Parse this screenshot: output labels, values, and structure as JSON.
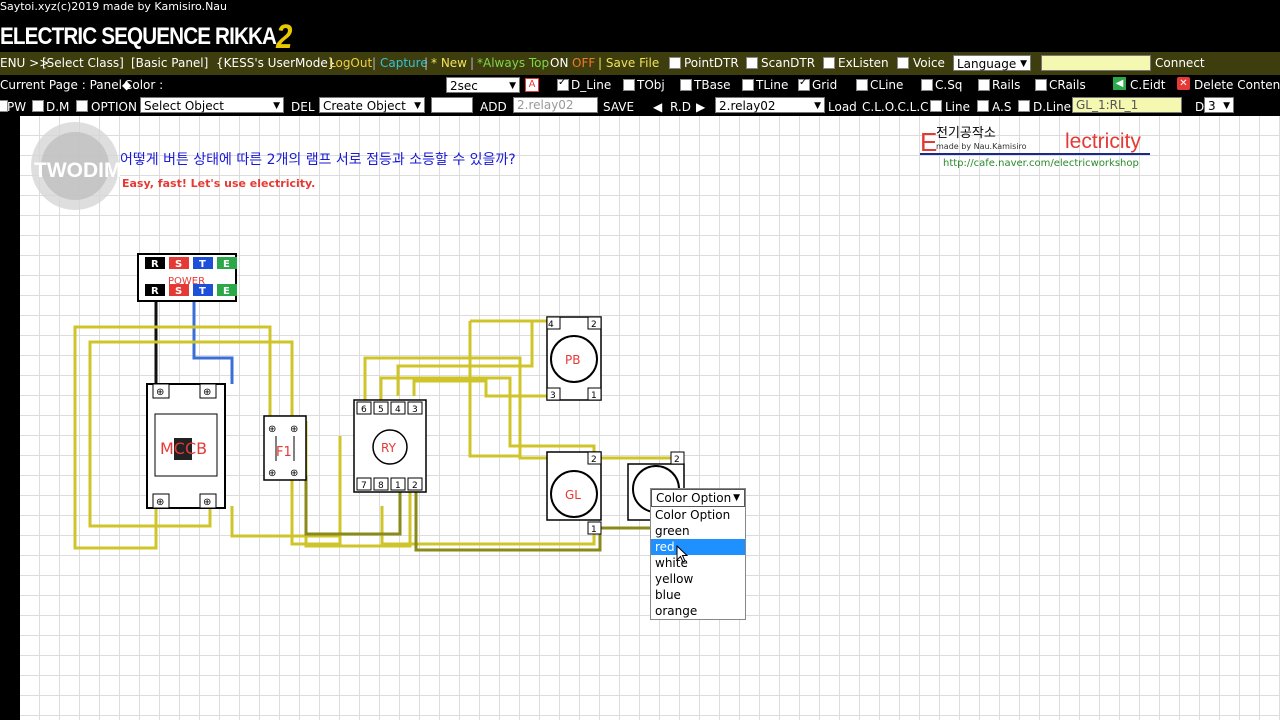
{
  "header": {
    "credit": "Saytoi.xyz(c)2019 made by Kamisiro.Nau",
    "app_name": "ELECTRIC SEQUENCE RIKKA",
    "app_version": "2"
  },
  "menubar": {
    "menu": "ENU >>",
    "select_class": "[Select Class]",
    "basic_panel": "[Basic Panel]",
    "kess_mode": "{KESS's UserMode}",
    "logout": "LogOut",
    "capture": "Capture",
    "new": "* New",
    "always_top": "*Always Top",
    "on": "ON",
    "off": "OFF",
    "save_file": "| Save File",
    "point_dtr": "PointDTR",
    "scan_dtr": "ScanDTR",
    "ex_listen": "ExListen",
    "voice": "Voice",
    "language": "Language",
    "connect": "Connect"
  },
  "toolbar2": {
    "current_page": "Current Page : Panel◆",
    "color_label": "Color :",
    "swatches": [
      "#aaaaaa",
      "#e53935",
      "#1e4fd8",
      "#2aa84a",
      "#8a8a1a",
      "#9a9a20",
      "#ffff00",
      "#7a7a20"
    ],
    "interval": "2sec",
    "a_btn": "A",
    "d_line": "D_Line",
    "tobj": "TObj",
    "tbase": "TBase",
    "tline": "TLine",
    "grid": "Grid",
    "cline": "CLine",
    "csq": "C.Sq",
    "rails": "Rails",
    "crails": "CRails",
    "c_edit": "C.Eidt",
    "delete_content": "Delete Content"
  },
  "toolbar3": {
    "pw": "PW",
    "dm": "D.M",
    "option": "OPTION",
    "select_object": "Select Object",
    "del": "DEL",
    "create_object": "Create Object",
    "add": "ADD",
    "relay_input": "2.relay02",
    "save": "SAVE",
    "rd": "R.D",
    "relay_select": "2.relay02",
    "load": "Load",
    "clocl": "C.L.O.C.L.C",
    "line": "Line",
    "as": "A.S",
    "dline": "D.Line",
    "gl_input": "GL_1:RL_1",
    "d": "D",
    "d_value": "3"
  },
  "canvas": {
    "twodim": "TWODIM",
    "question": "어떻게 버튼 상태에 따른 2개의 램프 서로 점등과 소등할 수 있을까?",
    "subtitle": "Easy, fast! Let's use electricity.",
    "logo_e": "E",
    "logo_kr": "전기공작소",
    "logo_made": "made by Nau.Kamisiro",
    "logo_lectricity": "lectricity",
    "logo_url": "http://cafe.naver.com/electricworkshop",
    "power": {
      "label": "POWER",
      "terminals": [
        "R",
        "S",
        "T",
        "E"
      ]
    },
    "mccb": "MCCB",
    "fuse": "F1",
    "relay": {
      "label": "RY",
      "top_pins": [
        "6",
        "5",
        "4",
        "3"
      ],
      "bottom_pins": [
        "7",
        "8",
        "1",
        "2"
      ]
    },
    "pb": {
      "label": "PB",
      "pins": [
        "4",
        "2",
        "3",
        "1"
      ]
    },
    "gl": {
      "label": "GL",
      "pins": [
        "2",
        "1"
      ]
    },
    "lamp2_pin": "2"
  },
  "dropdown": {
    "selected": "Color Option",
    "options": [
      "Color Option",
      "green",
      "red",
      "white",
      "yellow",
      "blue",
      "orange"
    ],
    "highlighted_index": 2
  },
  "colors": {
    "wire_yellow": "#cfc52a",
    "wire_olive": "#8a8a1a",
    "wire_black": "#111111",
    "wire_blue": "#3b6fd8",
    "accent_red": "#e53935",
    "highlight": "#1e90ff"
  }
}
